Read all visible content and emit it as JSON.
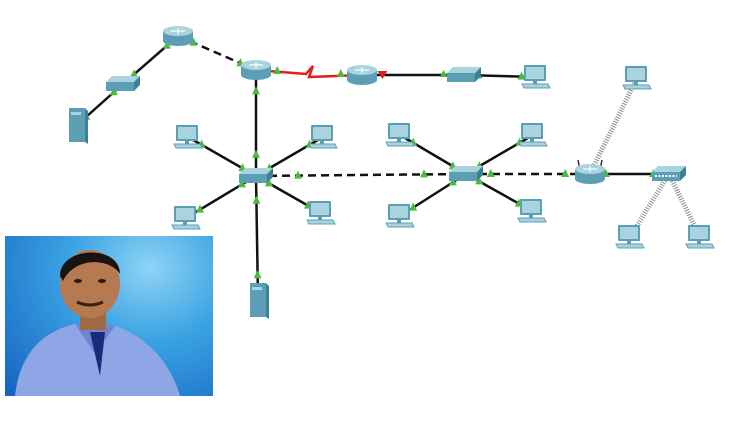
{
  "colors": {
    "device": "#5c9fb5",
    "device_light": "#a9d3df",
    "link": "#111111",
    "serial_link": "#e0201c",
    "link_up": "#4cbb3a",
    "link_down": "#e0201c",
    "wireless": "#888888"
  },
  "devices": [
    {
      "id": "r1",
      "type": "router-icon"
    },
    {
      "id": "r2",
      "type": "router-icon"
    },
    {
      "id": "r3",
      "type": "router-icon"
    },
    {
      "id": "s0",
      "type": "switch-icon"
    },
    {
      "id": "srv1",
      "type": "server-icon"
    },
    {
      "id": "s2",
      "type": "switch-icon"
    },
    {
      "id": "pc0",
      "type": "pc-icon"
    },
    {
      "id": "sm",
      "type": "switch-icon"
    },
    {
      "id": "pc1",
      "type": "pc-icon"
    },
    {
      "id": "pc2",
      "type": "pc-icon"
    },
    {
      "id": "pc3",
      "type": "pc-icon"
    },
    {
      "id": "pc4",
      "type": "pc-icon"
    },
    {
      "id": "srv2",
      "type": "server-icon"
    },
    {
      "id": "s3",
      "type": "switch-icon"
    },
    {
      "id": "pc5",
      "type": "pc-icon"
    },
    {
      "id": "pc6",
      "type": "pc-icon"
    },
    {
      "id": "pc7",
      "type": "pc-icon"
    },
    {
      "id": "pc8",
      "type": "pc-icon"
    },
    {
      "id": "wr",
      "type": "wireless-router-icon"
    },
    {
      "id": "hub",
      "type": "hub-icon"
    },
    {
      "id": "pc9",
      "type": "pc-icon"
    },
    {
      "id": "pc10",
      "type": "pc-icon"
    },
    {
      "id": "pc11",
      "type": "pc-icon"
    }
  ],
  "links": [
    {
      "from": "r1",
      "to": "r2",
      "kind": "crossover"
    },
    {
      "from": "r1",
      "to": "s0",
      "kind": "straight"
    },
    {
      "from": "s0",
      "to": "srv1",
      "kind": "straight"
    },
    {
      "from": "r2",
      "to": "r3",
      "kind": "serial"
    },
    {
      "from": "r3",
      "to": "s2",
      "kind": "straight",
      "status": "down"
    },
    {
      "from": "s2",
      "to": "pc0",
      "kind": "straight"
    },
    {
      "from": "r2",
      "to": "sm",
      "kind": "straight"
    },
    {
      "from": "sm",
      "to": "srv2",
      "kind": "straight"
    },
    {
      "from": "sm",
      "to": "pc1",
      "kind": "straight"
    },
    {
      "from": "sm",
      "to": "pc2",
      "kind": "straight"
    },
    {
      "from": "sm",
      "to": "pc3",
      "kind": "straight"
    },
    {
      "from": "sm",
      "to": "pc4",
      "kind": "straight"
    },
    {
      "from": "sm",
      "to": "s3",
      "kind": "crossover"
    },
    {
      "from": "s3",
      "to": "pc5",
      "kind": "straight"
    },
    {
      "from": "s3",
      "to": "pc6",
      "kind": "straight"
    },
    {
      "from": "s3",
      "to": "pc7",
      "kind": "straight"
    },
    {
      "from": "s3",
      "to": "pc8",
      "kind": "straight"
    },
    {
      "from": "s3",
      "to": "wr",
      "kind": "crossover"
    },
    {
      "from": "wr",
      "to": "hub",
      "kind": "straight"
    },
    {
      "from": "wr",
      "to": "pc9",
      "kind": "wireless"
    },
    {
      "from": "hub",
      "to": "pc10",
      "kind": "wireless"
    },
    {
      "from": "hub",
      "to": "pc11",
      "kind": "wireless"
    }
  ],
  "photo": {
    "subject": "presenter-photo"
  }
}
